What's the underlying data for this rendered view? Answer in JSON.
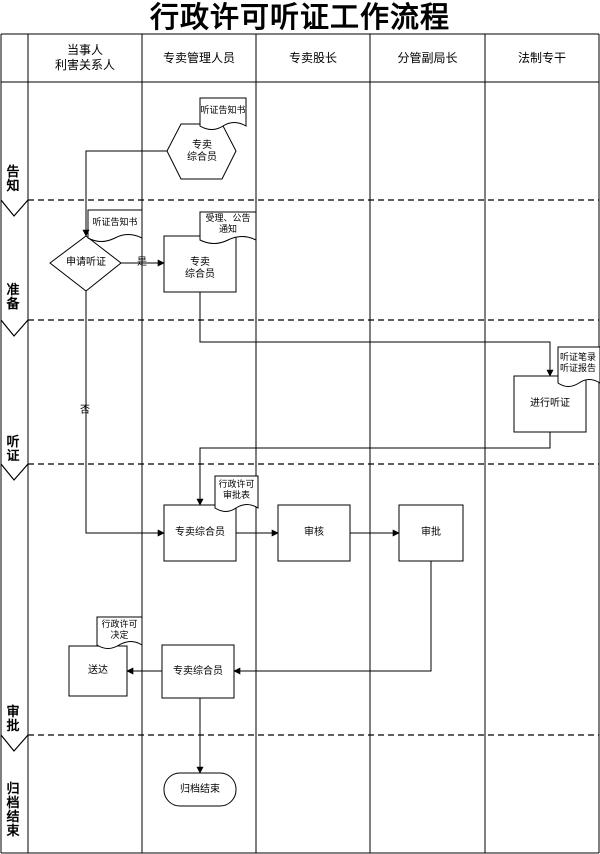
{
  "title": "行政许可听证工作流程",
  "lanes": [
    "当事人\n利害关系人",
    "专卖管理人员",
    "专卖股长",
    "分管副局长",
    "法制专干"
  ],
  "phases": [
    "告\n知",
    "准\n备",
    "听\n证",
    "审\n批",
    "归\n档\n结\n束"
  ],
  "nodes": {
    "notify_clerk": "专卖\n综合员",
    "apply_hearing": "申请听证",
    "prep_clerk": "专卖\n综合员",
    "conduct_hearing": "进行听证",
    "review_clerk": "专卖综合员",
    "section_review": "审核",
    "approve": "审批",
    "deliver": "送达",
    "deliver_clerk": "专卖综合员",
    "archive_end": "归档结束"
  },
  "documents": {
    "notice_1": "听证告知书",
    "notice_2": "听证告知书",
    "accept_notice": "受理、公告\n通知",
    "transcript_report": "听证笔录\n听证报告",
    "permit_form": "行政许可\n审批表",
    "permit_decision": "行政许可\n决定"
  },
  "edge_labels": {
    "yes": "是",
    "no": "否"
  }
}
